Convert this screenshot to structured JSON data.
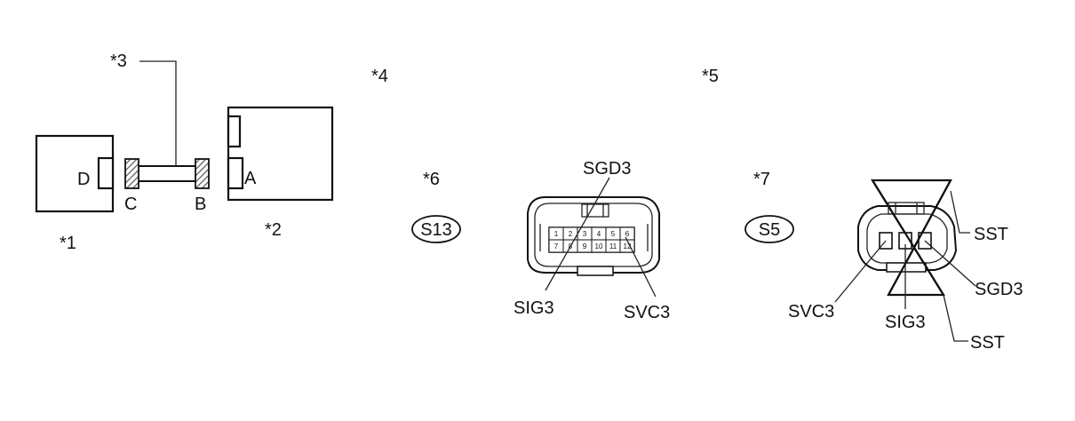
{
  "callouts": {
    "c1": "*1",
    "c2": "*2",
    "c3": "*3",
    "c4": "*4",
    "c5": "*5",
    "c6": "*6",
    "c7": "*7"
  },
  "harness": {
    "terminal_d": "D",
    "terminal_c": "C",
    "terminal_b": "B",
    "terminal_a": "A"
  },
  "connector_s13": {
    "badge": "S13",
    "pins_top": [
      "1",
      "2",
      "3",
      "4",
      "5",
      "6"
    ],
    "pins_bottom": [
      "7",
      "8",
      "9",
      "10",
      "11",
      "12"
    ],
    "label_sgd": "SGD3",
    "label_sig": "SIG3",
    "label_svc": "SVC3"
  },
  "connector_s5": {
    "badge": "S5",
    "label_sst_top": "SST",
    "label_sgd": "SGD3",
    "label_svc": "SVC3",
    "label_sig": "SIG3",
    "label_sst_bottom": "SST"
  },
  "colors": {
    "line": "#111111",
    "hatch": "#555555",
    "background": "#ffffff"
  }
}
